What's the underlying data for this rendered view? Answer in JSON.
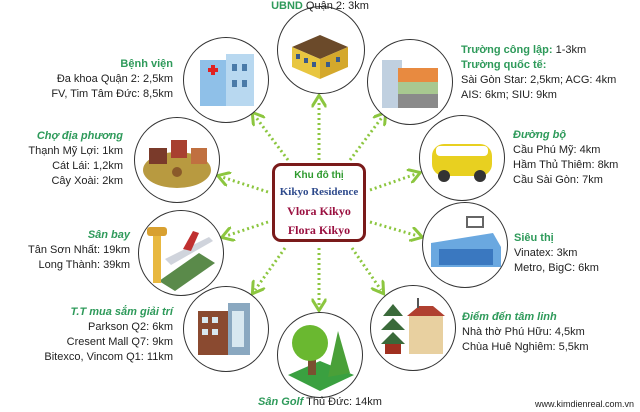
{
  "center": {
    "line1": "Khu đô thị",
    "line2": "Kikyo Residence",
    "line3": "Vlora Kikyo",
    "line4": "Flora Kikyo"
  },
  "ubnd": {
    "title": "UBND",
    "text": " Quận 2: 3km"
  },
  "hospital": {
    "title": "Bệnh viện",
    "items": [
      "Đa khoa Quận 2: 2,5km",
      "FV, Tim Tâm Đức: 8,5km"
    ]
  },
  "market": {
    "title": "Chợ địa phương",
    "items": [
      "Thạnh Mỹ Lợi: 1km",
      "Cát Lái: 1,2km",
      "Cây Xoài: 2km"
    ]
  },
  "airport": {
    "title": "Sân bay",
    "items": [
      "Tân Sơn Nhất: 19km",
      "Long Thành: 39km"
    ]
  },
  "mall": {
    "title": "T.T mua sắm giải trí",
    "items": [
      "Parkson Q2: 6km",
      "Cresent Mall Q7: 9km",
      "Bitexco, Vincom Q1: 11km"
    ]
  },
  "golf": {
    "title": "Sân Golf",
    "text": " Thủ Đức: 14km"
  },
  "spiritual": {
    "title": "Điểm đến tâm linh",
    "items": [
      "Nhà thờ Phú Hữu: 4,5km",
      "Chùa Huê Nghiêm: 5,5km"
    ]
  },
  "supermarket": {
    "title": "Siêu thị",
    "items": [
      "Vinatex: 3km",
      "Metro, BigC: 6km"
    ]
  },
  "road": {
    "title": "Đường bộ",
    "items": [
      "Cầu Phú Mỹ: 4km",
      "Hầm Thủ Thiêm: 8km",
      "Cầu Sài Gòn: 7km"
    ]
  },
  "school": {
    "public_label": "Trường công lập:",
    "public_value": " 1-3km",
    "intl_label": "Trường quốc tế:",
    "items": [
      "Sài Gòn Star: 2,5km; ACG: 4km",
      "AIS: 6km; SIU: 9km"
    ]
  },
  "website": "www.kimdienreal.com.vn",
  "colors": {
    "green": "#2e9a5a",
    "arrow": "#8cc63f",
    "frame": "#7a1a1a",
    "blue": "#2e4a8c",
    "crimson": "#9a1040"
  }
}
